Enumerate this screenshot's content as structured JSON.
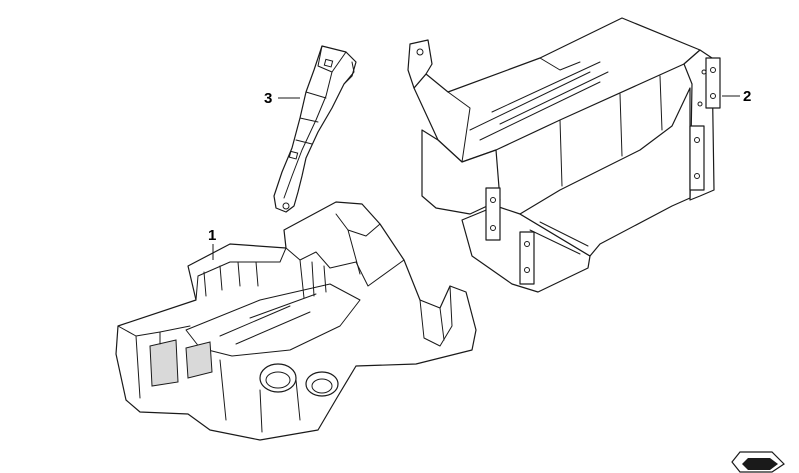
{
  "callouts": [
    {
      "label": "1"
    },
    {
      "label": "2"
    },
    {
      "label": "3"
    }
  ],
  "colors": {
    "line": "#1a1a1a",
    "background": "#ffffff",
    "shade": "#d9d9d9"
  },
  "icons": {
    "corner_mark": "folded-arrow-icon"
  }
}
